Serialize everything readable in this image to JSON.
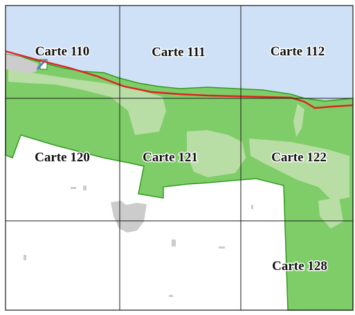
{
  "map": {
    "tiles": [
      {
        "id": "110",
        "label": "Carte 110"
      },
      {
        "id": "111",
        "label": "Carte 111"
      },
      {
        "id": "112",
        "label": "Carte 112"
      },
      {
        "id": "120",
        "label": "Carte 120"
      },
      {
        "id": "121",
        "label": "Carte 121"
      },
      {
        "id": "122",
        "label": "Carte 122"
      },
      {
        "id": "128",
        "label": "Carte 128"
      }
    ],
    "colors": {
      "water": "#cfe1f7",
      "land": "#ffffff",
      "forest": "#7fcd68",
      "forest_edge": "#2f9a1e",
      "clearing": "#b8dea6",
      "urban": "#cccccc",
      "route": "#e02020",
      "grid": "#1a1a1a"
    }
  }
}
